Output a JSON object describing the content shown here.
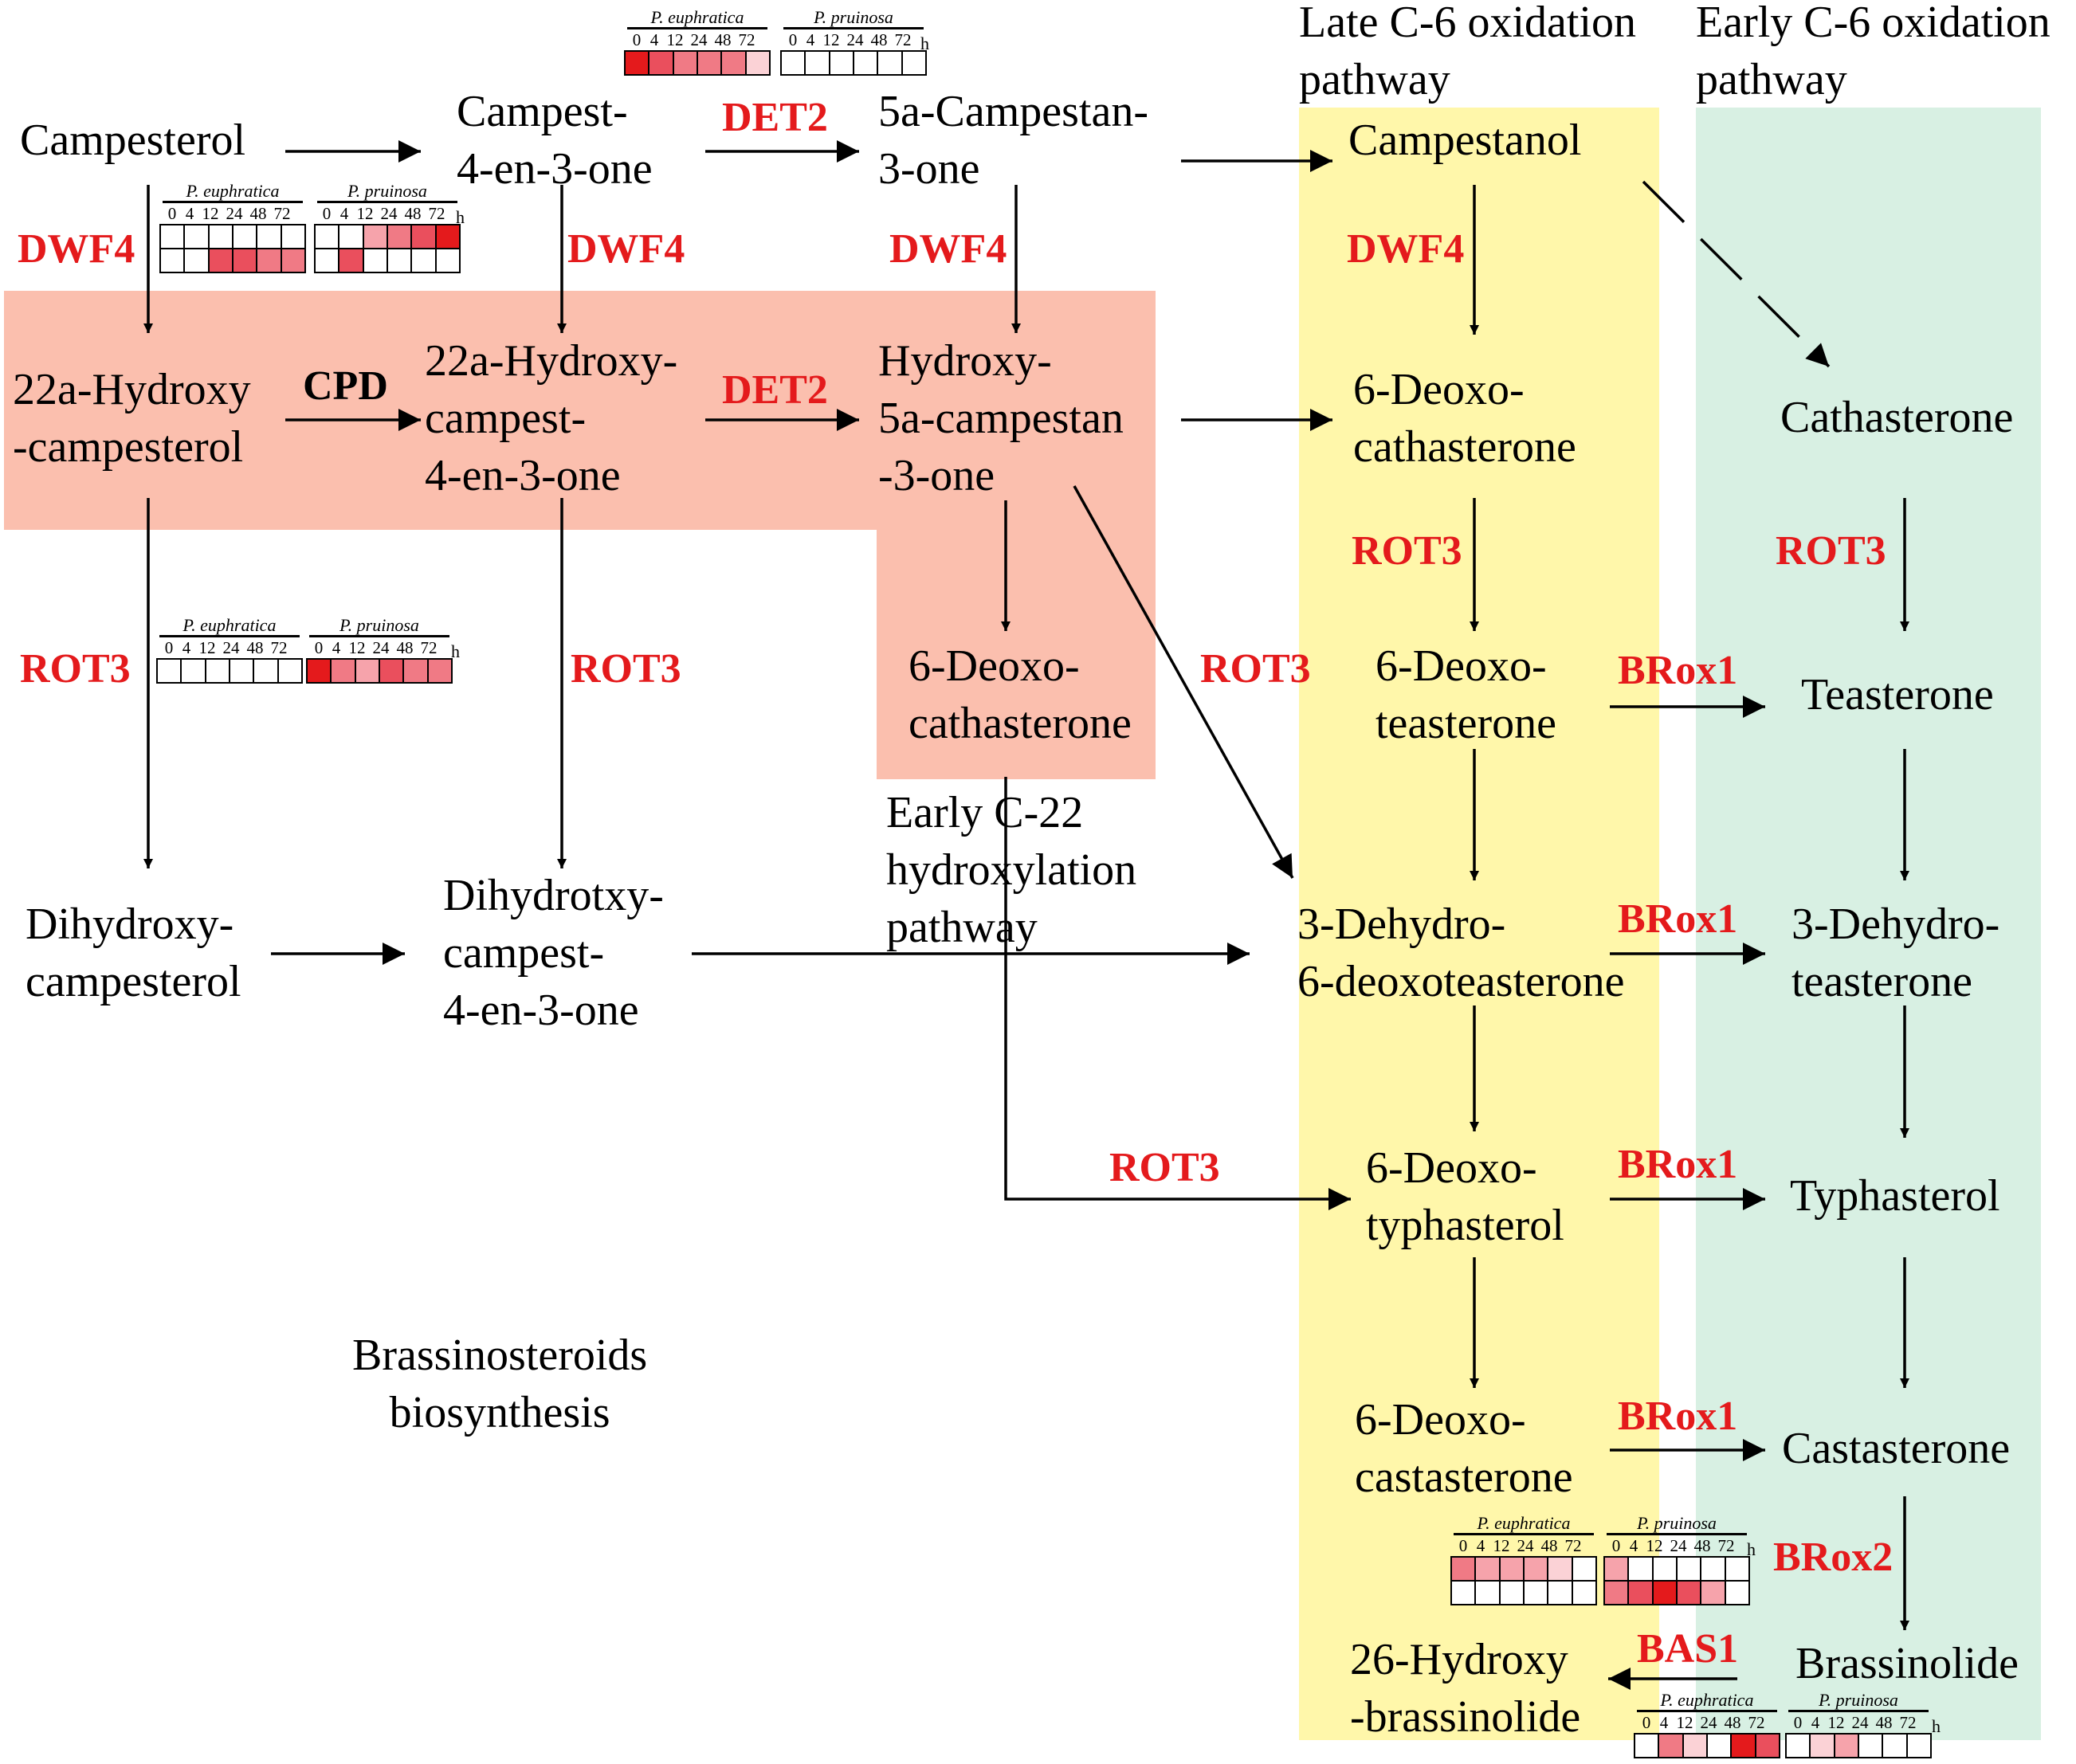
{
  "labels": {
    "late_c6": "Late C-6 oxidation\npathway",
    "early_c6": "Early C-6 oxidation\npathway",
    "early_c22": "Early C-22\nhydroxylation\npathway",
    "bs": "Brassinosteroids\nbiosynthesis"
  },
  "compounds": {
    "campesterol": "Campesterol",
    "campest4en3one": "Campest-\n4-en-3-one",
    "campestan3one": "5a-Campestan-\n3-one",
    "campestanol": "Campestanol",
    "hydroxycampesterol22a": "22a-Hydroxy\n-campesterol",
    "hydroxycampest4en3one22a": "22a-Hydroxy-\ncampest-\n4-en-3-one",
    "hydroxy5acampestan3one": "Hydroxy-\n5a-campestan\n-3-one",
    "deoxocathasterone_mid": "6-Deoxo-\ncathasterone",
    "deoxocathasterone_late": "6-Deoxo-\ncathasterone",
    "cathasterone": "Cathasterone",
    "deoxoteasterone": "6-Deoxo-\nteasterone",
    "teasterone": "Teasterone",
    "dihydroxycampesterol": "Dihydroxy-\ncampesterol",
    "dihydrotxycampest": "Dihydrotxy-\ncampest-\n4-en-3-one",
    "dehydrodeoxoteasterone": "3-Dehydro-\n6-deoxoteasterone",
    "dehydroteasterone": "3-Dehydro-\nteasterone",
    "deoxotyphasterol": "6-Deoxo-\ntyphasterol",
    "typhasterol": "Typhasterol",
    "deoxocastasterone": "6-Deoxo-\ncastasterone",
    "castasterone": "Castasterone",
    "brassinolide": "Brassinolide",
    "hydroxybrassinolide": "26-Hydroxy\n-brassinolide"
  },
  "enzymes": {
    "det2": "DET2",
    "dwf4": "DWF4",
    "cpd": "CPD",
    "rot3": "ROT3",
    "brox1": "BRox1",
    "brox2": "BRox2",
    "bas1": "BAS1"
  },
  "heatmaps": {
    "species": [
      "P. euphratica",
      "P. pruinosa"
    ],
    "timepoints": [
      "0",
      "4",
      "12",
      "24",
      "48",
      "72"
    ],
    "hour_unit": "h",
    "colors": [
      "#ffffff",
      "#fbd2d6",
      "#f6a3ab",
      "#f07a85",
      "#ea4f5d",
      "#e41a1c"
    ],
    "groups": {
      "det2": {
        "euphratica": [
          [
            5,
            4,
            3,
            3,
            3,
            1
          ]
        ],
        "pruinosa": [
          [
            0,
            0,
            0,
            0,
            0,
            0
          ]
        ]
      },
      "dwf4": {
        "euphratica": [
          [
            0,
            0,
            0,
            0,
            0,
            0
          ],
          [
            0,
            0,
            4,
            4,
            3,
            3
          ]
        ],
        "pruinosa": [
          [
            0,
            0,
            2,
            3,
            4,
            5
          ],
          [
            0,
            4,
            0,
            0,
            0,
            0
          ]
        ]
      },
      "rot3": {
        "euphratica": [
          [
            0,
            0,
            0,
            0,
            0,
            0
          ]
        ],
        "pruinosa": [
          [
            5,
            3,
            2,
            4,
            3,
            3
          ]
        ]
      },
      "brox": {
        "euphratica": [
          [
            3,
            2,
            2,
            2,
            1,
            0
          ],
          [
            0,
            0,
            0,
            0,
            0,
            0
          ]
        ],
        "pruinosa": [
          [
            2,
            0,
            0,
            0,
            0,
            0
          ],
          [
            3,
            4,
            5,
            4,
            2,
            0
          ]
        ]
      },
      "bas1": {
        "euphratica": [
          [
            0,
            3,
            1,
            0,
            5,
            4
          ]
        ],
        "pruinosa": [
          [
            0,
            1,
            2,
            0,
            0,
            0
          ]
        ]
      }
    }
  },
  "colors": {
    "region_early_c22": "#fbbfae",
    "region_late_c6": "#fff7aa",
    "region_early_c6": "#d8f0e3",
    "enzyme": "#e41a1c"
  }
}
